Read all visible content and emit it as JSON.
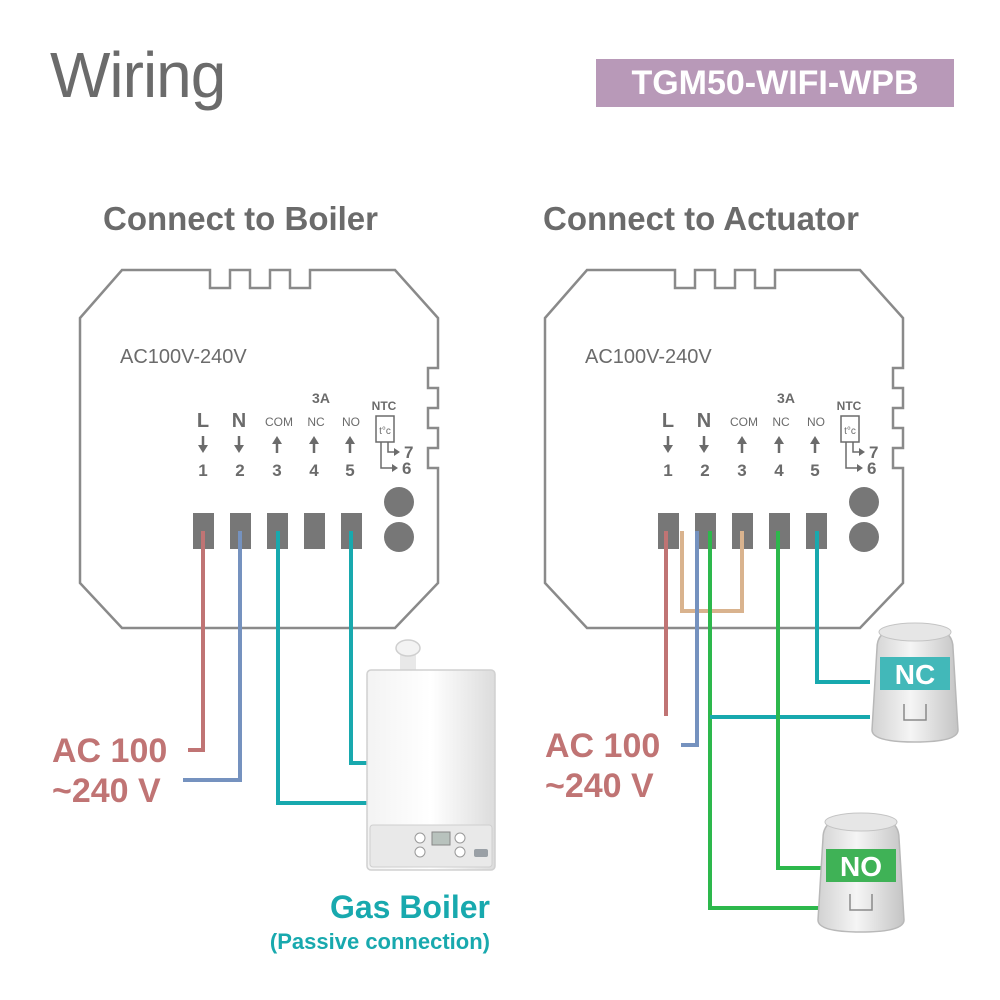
{
  "header": {
    "title": "Wiring",
    "model": "TGM50-WIFI-WPB"
  },
  "colors": {
    "line_wire": "#c07474",
    "neutral_wire": "#7592bf",
    "teal_wire": "#18a9ae",
    "green_wire": "#2db84c",
    "bridge_wire": "#d9b38e",
    "text_gray": "#6b6b6b",
    "badge_bg": "#b899b8"
  },
  "terminal_block": {
    "voltage": "AC100V-240V",
    "current": "3A",
    "sensor": "NTC",
    "sensor_symbol": "t°c",
    "labels": [
      "L",
      "N",
      "COM",
      "NC",
      "NO"
    ],
    "numbers": [
      "1",
      "2",
      "3",
      "4",
      "5"
    ],
    "ntc_numbers": [
      "7",
      "6"
    ]
  },
  "left_panel": {
    "heading": "Connect to Boiler",
    "power_line1": "AC 100",
    "power_line2": "~240 V",
    "device_label": "Gas Boiler",
    "device_sublabel": "(Passive connection)"
  },
  "right_panel": {
    "heading": "Connect to Actuator",
    "power_line1": "AC 100",
    "power_line2": "~240 V",
    "actuator_nc": "NC",
    "actuator_no": "NO"
  }
}
